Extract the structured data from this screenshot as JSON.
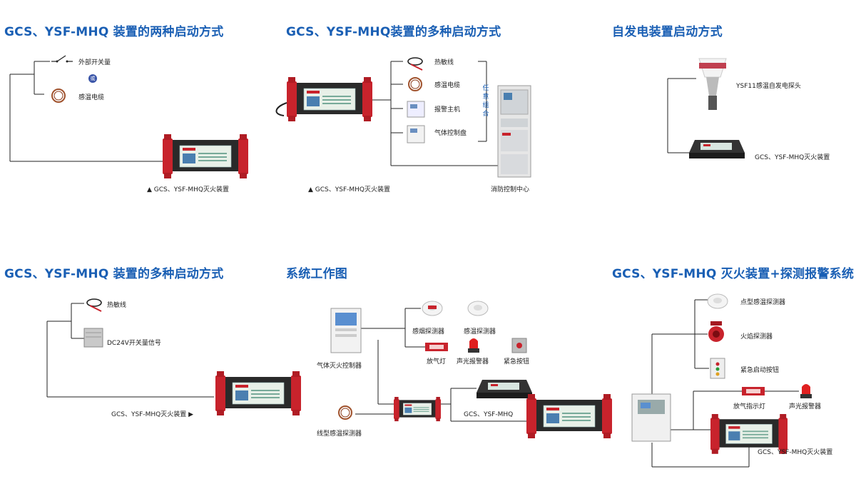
{
  "panels": {
    "p1": {
      "title": "GCS、YSF-MHQ 装置的两种启动方式",
      "switch_label": "外部开关量",
      "or_label": "或",
      "cable_label": "感温电缆",
      "device_label": "▲  GCS、YSF-MHQ灭火装置"
    },
    "p2": {
      "title": "GCS、YSF-MHQ装置的多种启动方式",
      "heat_wire_label": "热敏线",
      "cable_label": "感温电缆",
      "host_label": "报警主机",
      "gas_panel_label": "气体控制盘",
      "any_combo_label": "任意组合",
      "device_label": "▲  GCS、YSF-MHQ灭火装置",
      "center_label": "消防控制中心"
    },
    "p3": {
      "title": "自发电装置启动方式",
      "probe_label": "YSF11感温自发电探头",
      "device_label": "GCS、YSF-MHQ灭火装置"
    },
    "p4": {
      "title": "GCS、YSF-MHQ 装置的多种启动方式",
      "heat_wire_label": "热敏线",
      "dc_label": "DC24V开关量信号",
      "device_label": "GCS、YSF-MHQ灭火装置 ▶"
    },
    "p5": {
      "title": "系统工作图",
      "controller_label": "气体灭火控制器",
      "smoke_label": "感烟探测器",
      "temp_label": "感温探测器",
      "release_label": "放气灯",
      "alarm_label": "声光报警器",
      "button_label": "紧急按钮",
      "linear_label": "线型感温探测器",
      "mhq_label": "GCS、YSF-MHQ"
    },
    "p6": {
      "title": "GCS、YSF-MHQ 灭火装置+探测报警系统",
      "point_label": "点型感温探测器",
      "flame_label": "火焰探测器",
      "emergency_label": "紧急启动按钮",
      "release_light_label": "放气指示灯",
      "alarm_label": "声光报警器",
      "device_label": "GCS、YSF-MHQ灭火装置"
    }
  },
  "colors": {
    "title": "#1a5fb4",
    "device_red": "#c8232c",
    "device_dark": "#2a2a2a",
    "lines": "#222222"
  },
  "icons": [
    "switch-icon",
    "cable-coil-icon",
    "heat-wire-icon",
    "alarm-host-icon",
    "gas-panel-icon",
    "cabinet-icon",
    "probe-icon",
    "smoke-detector-icon",
    "temp-detector-icon",
    "flame-detector-icon",
    "button-icon",
    "siren-icon",
    "release-light-icon",
    "extinguisher-device-icon"
  ]
}
